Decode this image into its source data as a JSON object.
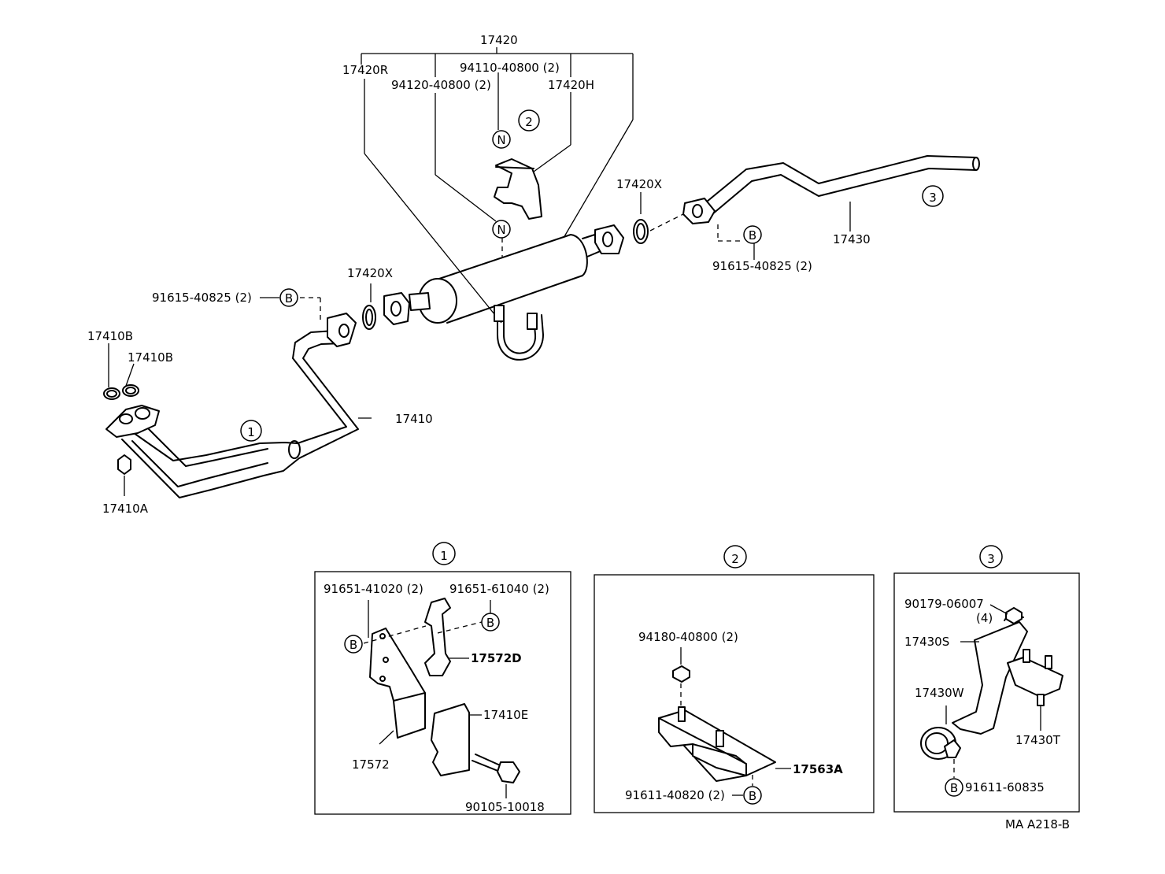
{
  "diagram_code": "MA A218-B",
  "markers": {
    "bolt": "B",
    "nut": "N"
  },
  "section_numbers": [
    "1",
    "2",
    "3"
  ],
  "main_labels": {
    "assembly_17420": "17420",
    "part_17420R": "17420R",
    "part_94110": "94110-40800 (2)",
    "part_94120": "94120-40800 (2)",
    "part_17420H": "17420H",
    "gasket_front": "17420X",
    "gasket_rear": "17420X",
    "bolt_left": "91615-40825 (2)",
    "bolt_right": "91615-40825 (2)",
    "tail_pipe": "17430",
    "ring_1": "17410B",
    "ring_2": "17410B",
    "front_pipe": "17410",
    "nut_17410A": "17410A"
  },
  "detail_1": {
    "bolt_a": "91651-41020 (2)",
    "bolt_b": "91651-61040 (2)",
    "hanger_d": "17572D",
    "bracket": "17572",
    "clamp_e": "17410E",
    "bolt_c": "90105-10018"
  },
  "detail_2": {
    "nut": "94180-40800 (2)",
    "mount": "17563A",
    "bolt": "91611-40820 (2)"
  },
  "detail_3": {
    "bolt_top": "90179-06007",
    "bolt_top_qty": "(4)",
    "bracket_s": "17430S",
    "clamp_w": "17430W",
    "mount_t": "17430T",
    "bolt_bottom": "91611-60835"
  }
}
